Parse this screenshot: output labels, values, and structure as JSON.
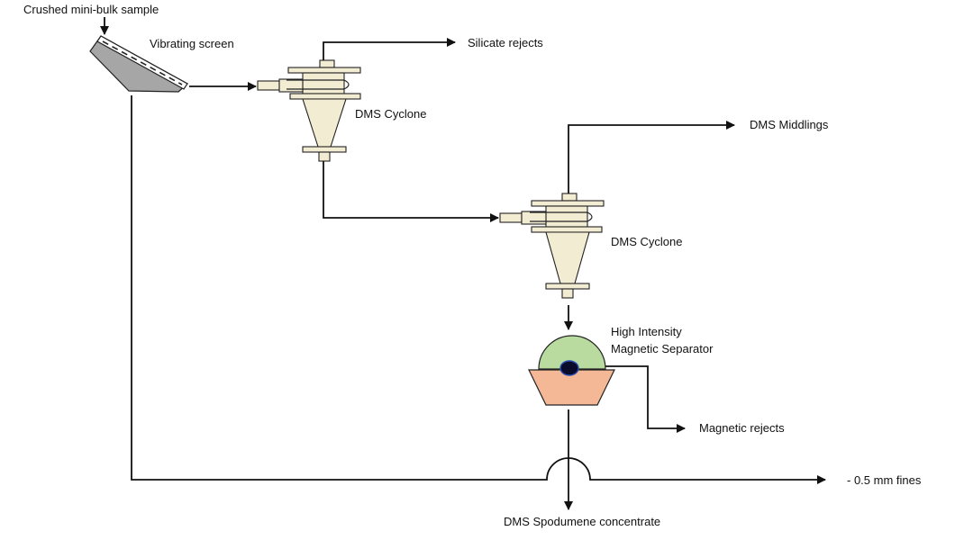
{
  "diagram": {
    "labels": {
      "feed": "Crushed mini-bulk sample",
      "screen": "Vibrating screen",
      "silicate_rejects": "Silicate rejects",
      "cyclone_1": "DMS Cyclone",
      "middlings": "DMS Middlings",
      "cyclone_2": "DMS Cyclone",
      "separator_line1": "High Intensity",
      "separator_line2": "Magnetic Separator",
      "magnetic_rejects": "Magnetic rejects",
      "fines": "- 0.5 mm fines",
      "concentrate": "DMS Spodumene concentrate"
    },
    "colors": {
      "cyclone_body": "#f2ecd2",
      "separator_dome": "#b9dba0",
      "separator_base": "#f4b896",
      "separator_core": "#0a0a2a",
      "screen_body": "#a6a6a6",
      "line": "#111111"
    }
  }
}
